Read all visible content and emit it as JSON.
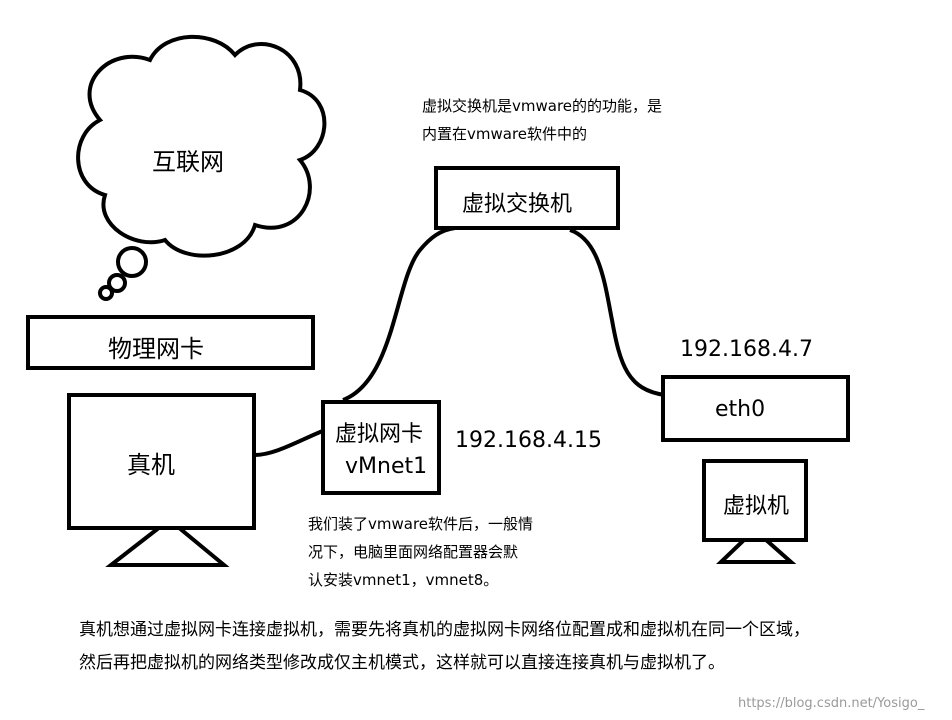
{
  "cloud_label": "互联网",
  "physical_nic_label": "物理网卡",
  "host_label": "真机",
  "vswitch_note": [
    "虚拟交换机是vmware的的功能，是",
    "内置在vmware软件中的"
  ],
  "vswitch_label": "虚拟交换机",
  "vnic_label_1": "虚拟网卡",
  "vnic_label_2": "vMnet1",
  "vnic_ip": "192.168.4.15",
  "vm_ip": "192.168.4.7",
  "eth0_label": "eth0",
  "vm_label": "虚拟机",
  "install_note": [
    "我们装了vmware软件后，一般情",
    "况下，电脑里面网络配置器会默",
    "认安装vmnet1，vmnet8。"
  ],
  "bottom_note": [
    "真机想通过虚拟网卡连接虚拟机，需要先将真机的虚拟网卡网络位配置成和虚拟机在同一个区域，",
    "然后再把虚拟机的网络类型修改成仅主机模式，这样就可以直接连接真机与虚拟机了。"
  ],
  "watermark": "https://blog.csdn.net/Yosigo_"
}
